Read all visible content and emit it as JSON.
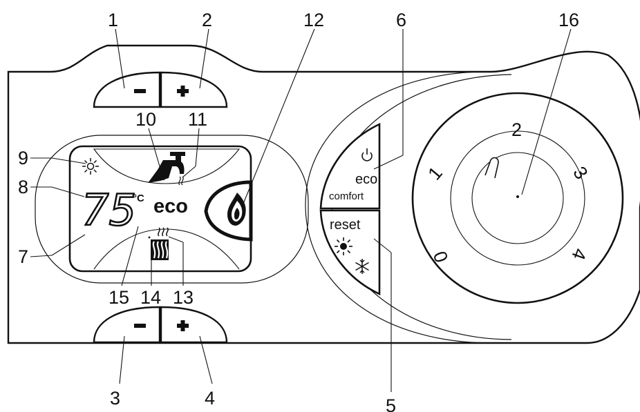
{
  "callouts": {
    "c1": "1",
    "c2": "2",
    "c3": "3",
    "c4": "4",
    "c5": "5",
    "c6": "6",
    "c7": "7",
    "c8": "8",
    "c9": "9",
    "c10": "10",
    "c11": "11",
    "c12": "12",
    "c13": "13",
    "c14": "14",
    "c15": "15",
    "c16": "16"
  },
  "display": {
    "temperature": "75",
    "unit": "°C",
    "mode": "eco"
  },
  "buttons": {
    "minus_symbol": "−",
    "plus_symbol": "+",
    "eco_label": "eco",
    "comfort_label": "comfort",
    "reset_label": "reset"
  },
  "dial": {
    "n0": "0",
    "n1": "1",
    "n2": "2",
    "n3": "3",
    "n4": "4"
  },
  "icons": [
    "sun-icon",
    "tap-icon",
    "flame-icon",
    "radiator-icon",
    "heat-waves-icon",
    "power-icon",
    "snowflake-icon"
  ]
}
